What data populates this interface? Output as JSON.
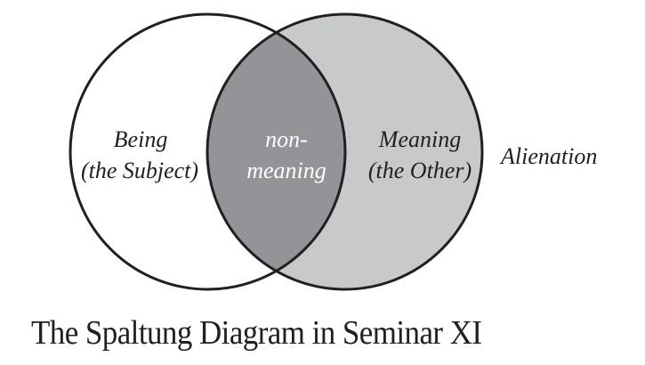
{
  "diagram": {
    "title": "The Spaltung Diagram in Seminar XI",
    "left_circle": {
      "line1": "Being",
      "line2": "(the Subject)",
      "fill": "#ffffff"
    },
    "intersection": {
      "line1": "non-",
      "line2": "meaning",
      "fill": "#939497",
      "text_color": "#ffffff"
    },
    "right_circle": {
      "line1": "Meaning",
      "line2": "(the Other)",
      "fill": "#c8c9cb"
    },
    "outside_label": "Alienation",
    "stroke_color": "#231f20",
    "text_color": "#231f20"
  }
}
